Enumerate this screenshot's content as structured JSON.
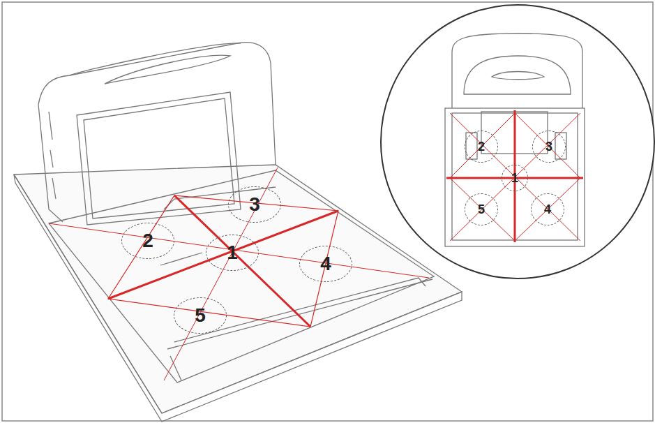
{
  "diagram": {
    "nodes": [
      {
        "text": [
          "3"
        ]
      },
      {
        "text": [
          "2"
        ]
      },
      {
        "text": [
          "1"
        ]
      },
      {
        "text": [
          "4"
        ]
      },
      {
        "text": [
          "5"
        ]
      },
      {
        "text": [
          "2"
        ]
      },
      {
        "text": [
          "3"
        ]
      },
      {
        "text": [
          "1"
        ]
      },
      {
        "text": [
          "5"
        ]
      },
      {
        "text": [
          "4"
        ]
      }
    ]
  }
}
